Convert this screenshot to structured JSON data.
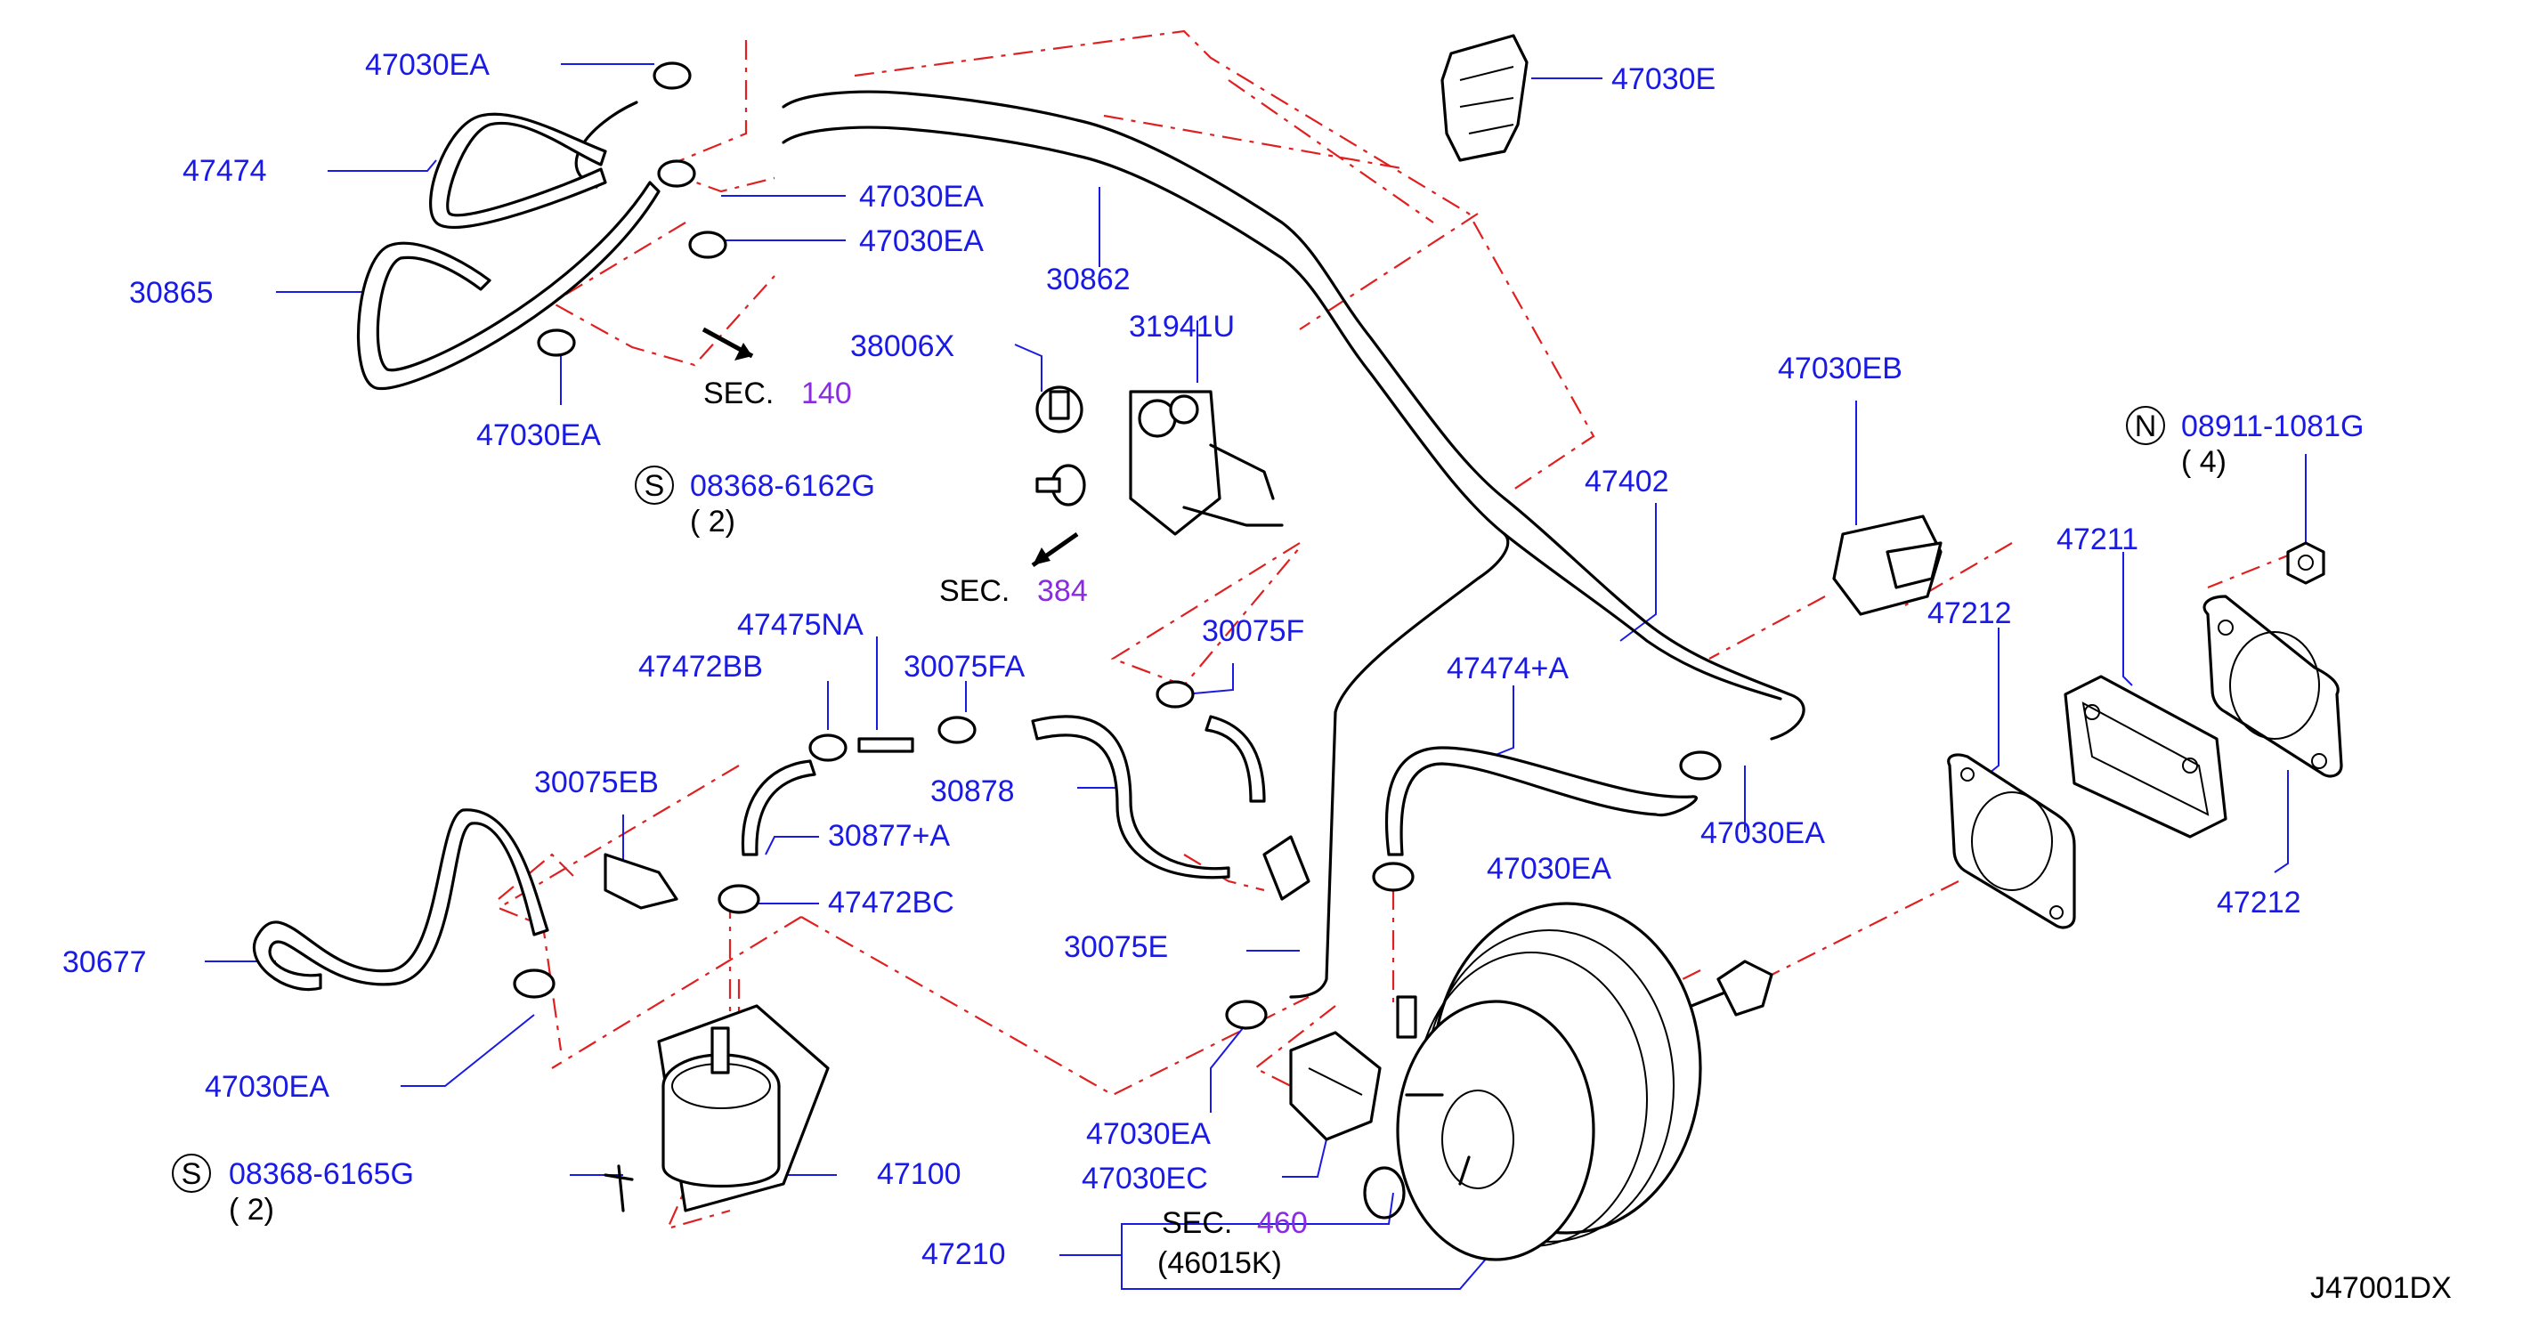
{
  "diagram_id": "J47001DX",
  "labels": {
    "p47030EA_top": "47030EA",
    "p47474": "47474",
    "p47030EA_a": "47030EA",
    "p47030EA_b": "47030EA",
    "p30865": "30865",
    "p47030EA_c": "47030EA",
    "p30862": "30862",
    "p47030E": "47030E",
    "p38006X": "38006X",
    "p31941U": "31941U",
    "p08368_6162G": "08368-6162G",
    "qty_2a": "( 2)",
    "p47030EB": "47030EB",
    "p08911_1081G": "08911-1081G",
    "qty_4": "( 4)",
    "p47402": "47402",
    "p47211": "47211",
    "p47212_a": "47212",
    "p47212_b": "47212",
    "p47475NA": "47475NA",
    "p47472BB": "47472BB",
    "p30075FA": "30075FA",
    "p30075F": "30075F",
    "p47474A": "47474+A",
    "p30075EB": "30075EB",
    "p30878": "30878",
    "p30877A": "30877+A",
    "p47030EA_d": "47030EA",
    "p47472BC": "47472BC",
    "p47030EA_e": "47030EA",
    "p30677": "30677",
    "p30075E": "30075E",
    "p47030EA_f": "47030EA",
    "p47030EA_g": "47030EA",
    "p47030EC": "47030EC",
    "p08368_6165G": "08368-6165G",
    "qty_2b": "( 2)",
    "p47100": "47100",
    "p47210": "47210",
    "p46015K": "(46015K)"
  },
  "sections": {
    "sec140_prefix": "SEC.",
    "sec140_num": "140",
    "sec384_prefix": "SEC.",
    "sec384_num": "384",
    "sec460_prefix": "SEC.",
    "sec460_num": "460"
  },
  "symbols": {
    "s_a": "S",
    "n": "N",
    "s_b": "S"
  },
  "colors": {
    "part_number": "#1a1ae6",
    "section_number": "#8a2be2",
    "leader": "#1a1ae6",
    "phantom_line": "#e02020",
    "outline": "#000000"
  }
}
